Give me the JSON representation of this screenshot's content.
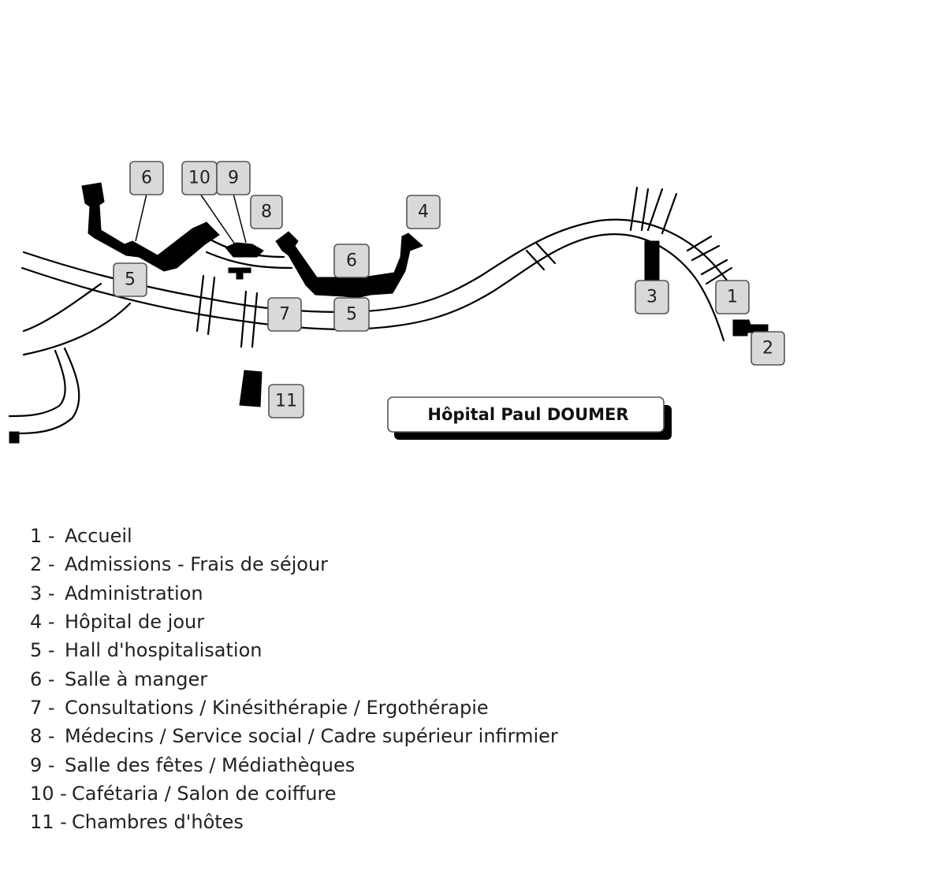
{
  "title": "Hôpital Paul DOUMER",
  "markers": [
    {
      "id": "m6a",
      "label": "6"
    },
    {
      "id": "m10",
      "label": "10"
    },
    {
      "id": "m9",
      "label": "9"
    },
    {
      "id": "m8",
      "label": "8"
    },
    {
      "id": "m4",
      "label": "4"
    },
    {
      "id": "m6b",
      "label": "6"
    },
    {
      "id": "m5a",
      "label": "5"
    },
    {
      "id": "m7",
      "label": "7"
    },
    {
      "id": "m5b",
      "label": "5"
    },
    {
      "id": "m3",
      "label": "3"
    },
    {
      "id": "m1",
      "label": "1"
    },
    {
      "id": "m2",
      "label": "2"
    },
    {
      "id": "m11",
      "label": "11"
    }
  ],
  "legend": [
    {
      "num": "1 -",
      "text": "Accueil"
    },
    {
      "num": "2 -",
      "text": "Admissions - Frais de séjour"
    },
    {
      "num": "3 -",
      "text": "Administration"
    },
    {
      "num": "4 -",
      "text": "Hôpital de jour"
    },
    {
      "num": "5 -",
      "text": "Hall d'hospitalisation"
    },
    {
      "num": "6 -",
      "text": "Salle à manger"
    },
    {
      "num": "7 -",
      "text": "Consultations / Kinésithérapie / Ergothérapie"
    },
    {
      "num": "8 -",
      "text": "Médecins / Service social / Cadre supérieur infirmier"
    },
    {
      "num": "9 -",
      "text": "Salle des fêtes / Médiathèques"
    },
    {
      "num": "10 -",
      "text": "Cafétaria / Salon de coiffure"
    },
    {
      "num": "11 -",
      "text": "Chambres d'hôtes"
    }
  ],
  "colors": {
    "building": "#000000",
    "marker_fill": "#d9d9d9",
    "marker_border": "#555555",
    "text": "#222222"
  }
}
